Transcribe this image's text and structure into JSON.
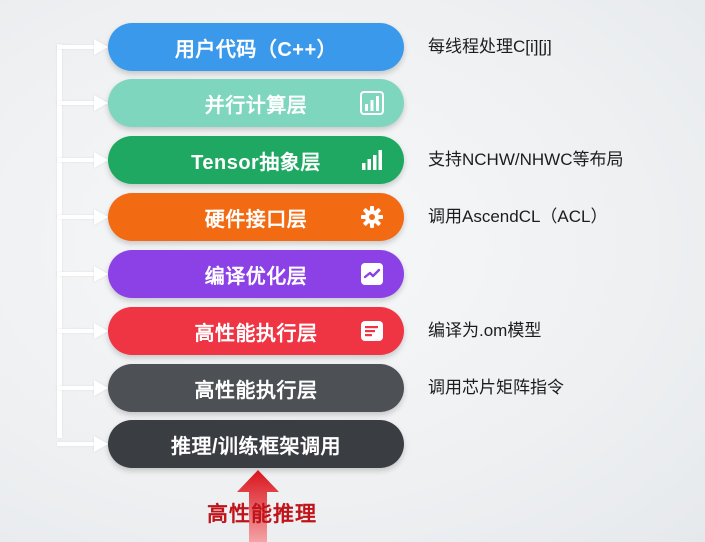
{
  "layers": [
    {
      "label": "用户代码（C++）",
      "color": "#3b99ec",
      "icon": "",
      "note": "每线程处理C[i][j]"
    },
    {
      "label": "并行计算层",
      "color": "#7dd6bd",
      "icon": "bar-chart-icon",
      "note": ""
    },
    {
      "label": "Tensor抽象层",
      "color": "#1ea862",
      "icon": "bar-chart-icon",
      "note": "支持NCHW/NHWC等布局"
    },
    {
      "label": "硬件接口层",
      "color": "#f26a12",
      "icon": "gear-icon",
      "note": "调用AscendCL（ACL）"
    },
    {
      "label": "编译优化层",
      "color": "#8b41e6",
      "icon": "trend-chart-icon",
      "note": ""
    },
    {
      "label": "高性能执行层",
      "color": "#ef3443",
      "icon": "list-icon",
      "note": "编译为.om模型"
    },
    {
      "label": "高性能执行层",
      "color": "#4d5055",
      "icon": "",
      "note": "调用芯片矩阵指令"
    },
    {
      "label": "推理/训练框架调用",
      "color": "#3a3d42",
      "icon": "",
      "note": ""
    }
  ],
  "footer": {
    "label": "高性能推理",
    "arrow_color": "#d9141c"
  }
}
